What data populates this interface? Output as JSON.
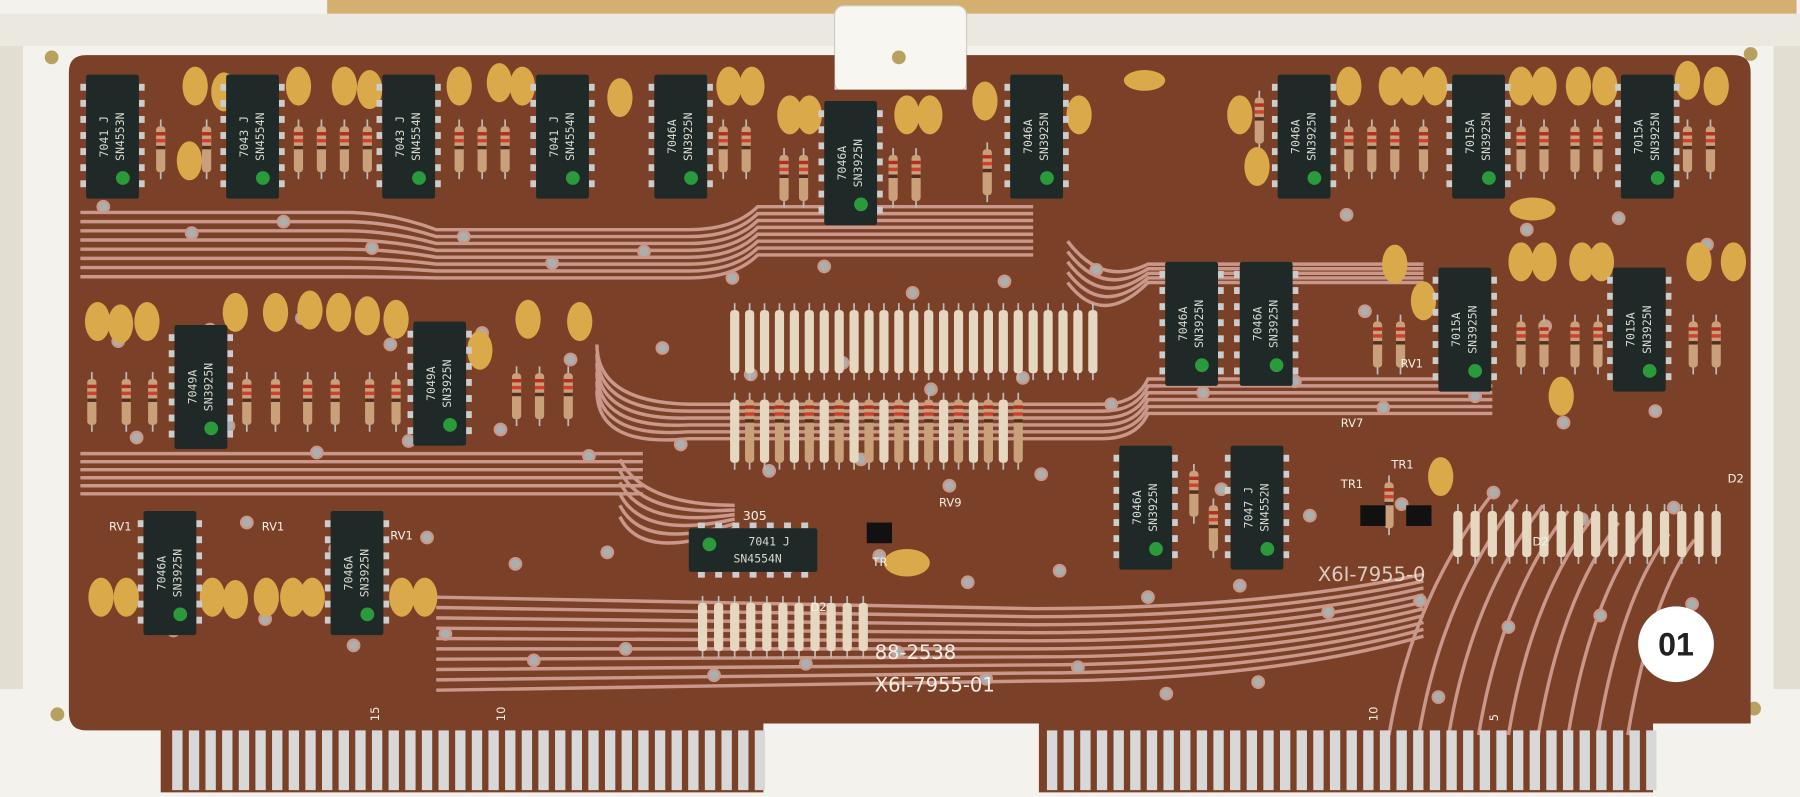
{
  "board": {
    "part_number": "88-2538",
    "assembly_number": "X6I-7955-01",
    "assembly_number_right": "X6I-7955-0",
    "revision_badge": "01",
    "chip_ref": "305",
    "edge_labels": [
      "15",
      "10",
      "10",
      "5"
    ],
    "colors": {
      "substrate": "#7b4128",
      "trace": "#c9988a",
      "chip": "#1f2a28",
      "capacitor": "#d9a94a",
      "frame": "#f4f2ec",
      "gold_finger": "#d8d8d8"
    }
  },
  "chips": [
    {
      "line1": "7041 J",
      "line2": "SN4553N"
    },
    {
      "line1": "7043 J",
      "line2": "SN4554N"
    },
    {
      "line1": "7043 J",
      "line2": "SN4554N"
    },
    {
      "line1": "7041 J",
      "line2": "SN4554N"
    },
    {
      "line1": "7046A",
      "line2": "SN3925N"
    },
    {
      "line1": "7046A",
      "line2": "SN3925N"
    },
    {
      "line1": "7046A",
      "line2": "SN3925N"
    },
    {
      "line1": "7046A",
      "line2": "SN3925N"
    },
    {
      "line1": "7015A",
      "line2": "SN3925N"
    },
    {
      "line1": "7015A",
      "line2": "SN3925N"
    },
    {
      "line1": "7049A",
      "line2": "SN3925N"
    },
    {
      "line1": "7049A",
      "line2": "SN3925N"
    },
    {
      "line1": "7046A",
      "line2": "SN3925N"
    },
    {
      "line1": "7046A",
      "line2": "SN3925N"
    },
    {
      "line1": "7015A",
      "line2": "SN3925N"
    },
    {
      "line1": "7015A",
      "line2": "SN3925N"
    },
    {
      "line1": "7046A",
      "line2": "SN3925N"
    },
    {
      "line1": "7047 J",
      "line2": "SN4552N"
    },
    {
      "line1": "7046A",
      "line2": "SN3925N"
    },
    {
      "line1": "7046A",
      "line2": "SN3925N"
    },
    {
      "line1": "7041 J",
      "line2": "SN4554N"
    }
  ],
  "component_labels": [
    "RV1",
    "RV1",
    "RV1",
    "RV1",
    "RV7",
    "RV9",
    "TR1",
    "TR1",
    "TR",
    "D2",
    "D2",
    "D2"
  ]
}
